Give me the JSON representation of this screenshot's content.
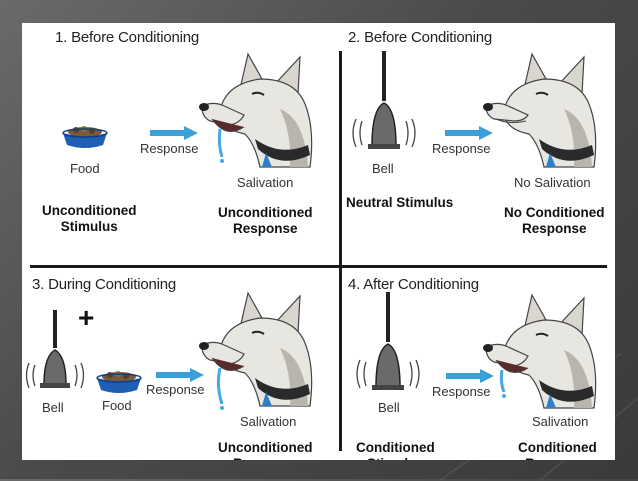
{
  "panels": [
    {
      "title": "1. Before Conditioning",
      "stimulus_label": "Food",
      "arrow_label": "Response",
      "response_label": "Salivation",
      "stimulus_type": [
        "Unconditioned",
        "Stimulus"
      ],
      "response_type": [
        "Unconditioned",
        "Response"
      ]
    },
    {
      "title": "2. Before Conditioning",
      "stimulus_label": "Bell",
      "arrow_label": "Response",
      "response_label": "No Salivation",
      "stimulus_type": [
        "Neutral Stimulus"
      ],
      "response_type": [
        "No Conditioned",
        "Response"
      ]
    },
    {
      "title": "3. During Conditioning",
      "stimulus_label": "Bell",
      "stimulus_label_2": "Food",
      "plus": "+",
      "arrow_label": "Response",
      "response_label": "Salivation",
      "response_type": [
        "Unconditioned",
        "Response"
      ]
    },
    {
      "title": "4. After Conditioning",
      "stimulus_label": "Bell",
      "arrow_label": "Response",
      "response_label": "Salivation",
      "stimulus_type": [
        "Conditioned",
        "Stimulus"
      ],
      "response_type": [
        "Conditioned",
        "Response"
      ]
    }
  ],
  "colors": {
    "arrow": "#3aa0d8",
    "bowl": "#1e5fb5",
    "food": "#7a5a3a",
    "collar": "#2a2a2a",
    "tag": "#2f7fc8",
    "drool": "#4aa8e0",
    "dog_fur": "#e8e6e0",
    "dog_shade": "#b8b5ad"
  }
}
